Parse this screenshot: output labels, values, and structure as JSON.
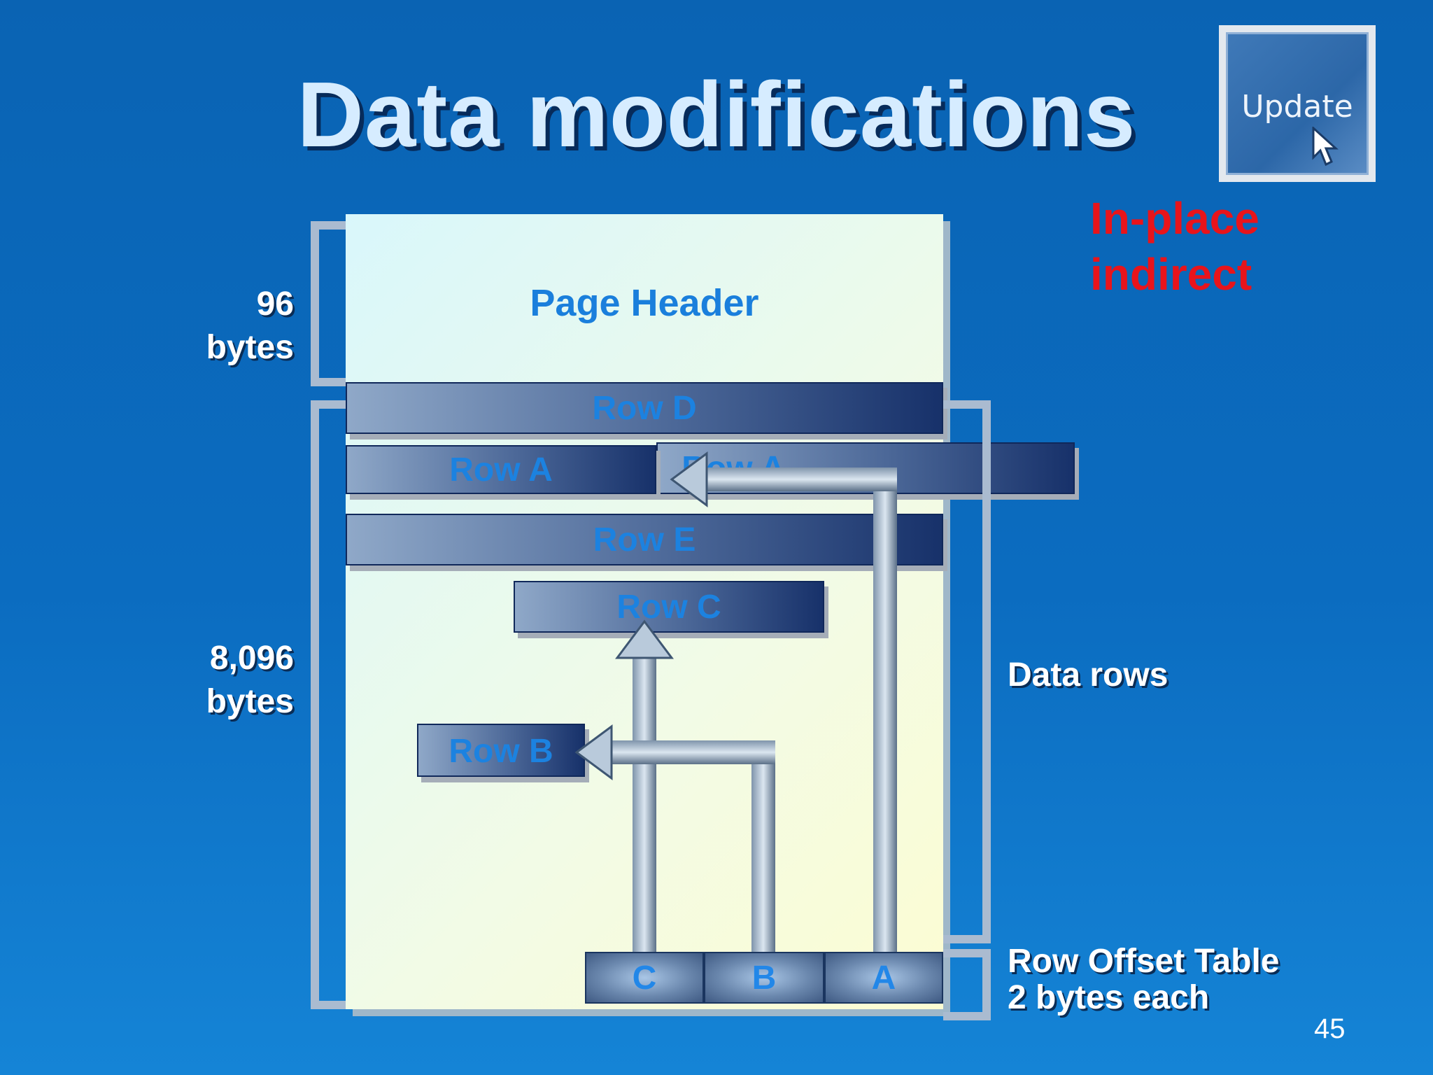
{
  "slide": {
    "title": "Data modifications",
    "badge_label": "Update",
    "method_line1": "In-place",
    "method_line2": "indirect",
    "number": "45"
  },
  "diagram": {
    "header_size_value": "96",
    "header_size_unit": "bytes",
    "rows_size_value": "8,096",
    "rows_size_unit": "bytes",
    "page_header": "Page Header",
    "rows": {
      "row_d": "Row D",
      "row_a": "Row A",
      "row_a_forward": "Row A",
      "row_e": "Row E",
      "row_c": "Row C",
      "row_b": "Row B"
    },
    "offset_slots": [
      "C",
      "B",
      "A"
    ],
    "data_rows_label": "Data rows",
    "offset_table_line1": "Row Offset Table",
    "offset_table_line2": "2 bytes each"
  }
}
